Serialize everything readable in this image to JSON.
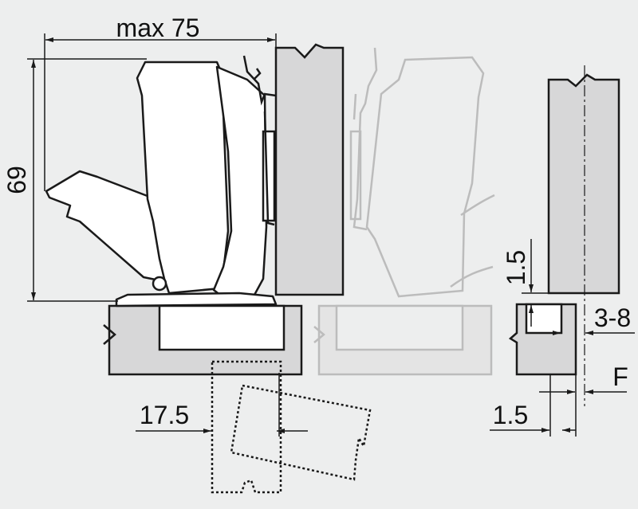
{
  "labels": {
    "max_width": "max 75",
    "height": "69",
    "overlay": "17.5",
    "plate_gap": "1.5",
    "drill_distance": "3-8",
    "door_gap": "F",
    "door_edge": "1.5"
  },
  "colors": {
    "background": "#edeeee",
    "panel": "#d7d7d8",
    "panel_ghost": "#e4e4e4",
    "hinge_fill": "#ffffff",
    "line": "#1a1a1a",
    "ghost_line": "#bcbcbc"
  }
}
